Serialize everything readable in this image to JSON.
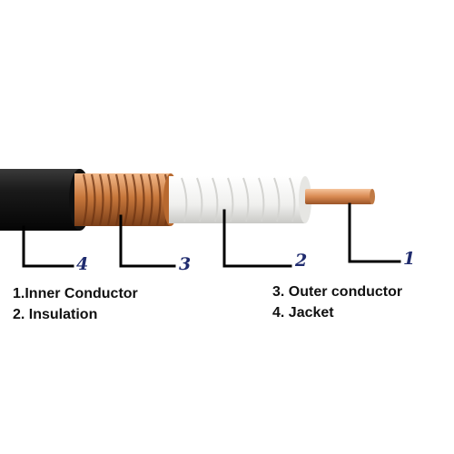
{
  "callouts": [
    {
      "id": "inner-conductor",
      "number": "1"
    },
    {
      "id": "insulation",
      "number": "2"
    },
    {
      "id": "outer-conductor",
      "number": "3"
    },
    {
      "id": "jacket",
      "number": "4"
    }
  ],
  "legend": {
    "item1": "1.Inner Conductor",
    "item2": "2. Insulation",
    "item3": "3. Outer conductor",
    "item4": "4. Jacket"
  },
  "colors": {
    "jacket": "#111111",
    "outer_conductor": "#c8783c",
    "insulation": "#f2f2f0",
    "inner_conductor": "#d98a52",
    "callout_number": "#1f2b6e",
    "leader_line": "#000000"
  }
}
